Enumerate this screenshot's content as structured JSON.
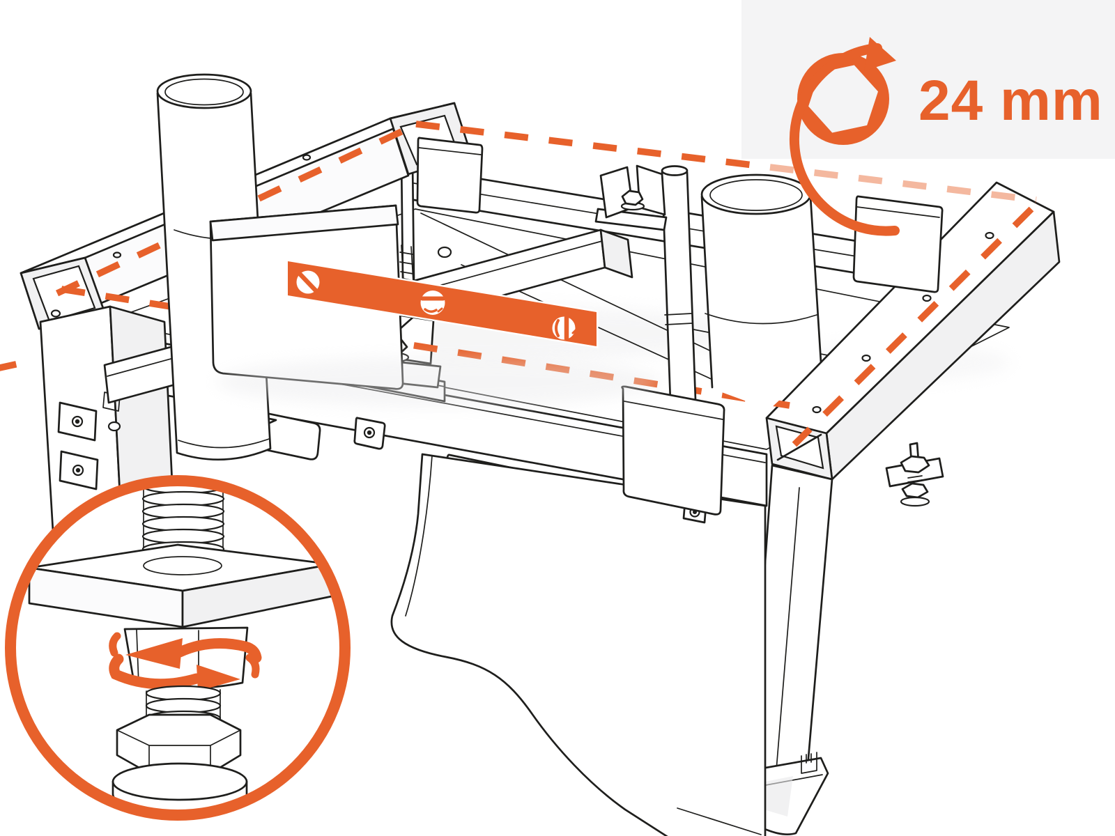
{
  "badge": {
    "label": "24 mm",
    "icon": "hex-socket-rotation-icon"
  },
  "colors": {
    "accent": "#e7612b",
    "ink": "#1e1e1c",
    "paper": "#ffffff",
    "badge_bg": "#f4f4f5",
    "shade": "#f1f1f2",
    "soft_shadow": "#e8e8ea"
  },
  "spirit_level": {
    "icon": "spirit-level-bar",
    "vials": [
      "diagonal-vial-icon",
      "horizontal-vial-icon",
      "vertical-vial-icon"
    ]
  },
  "inset": {
    "icon": "leveling-foot-detail",
    "rotation_arrows": [
      "rotate-counterclockwise-arrow",
      "rotate-clockwise-arrow"
    ]
  },
  "dashed_plane": {
    "icon": "level-plane-dashed-outline"
  }
}
